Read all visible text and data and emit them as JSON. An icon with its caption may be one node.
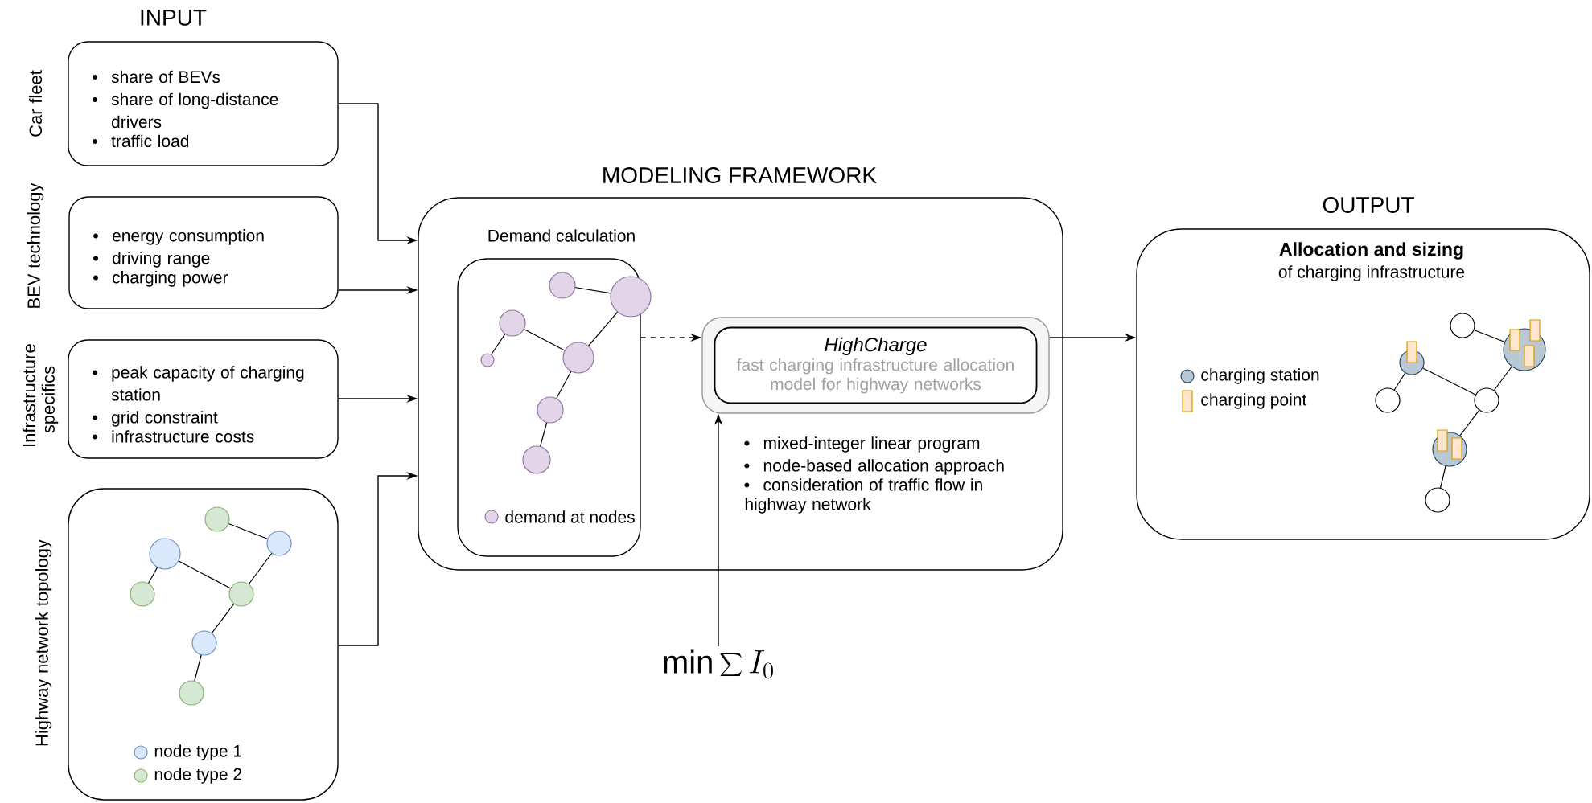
{
  "diagram": {
    "nodes": [
      {
        "text": [
          "Car fleet",
          "share of BEVs",
          "share of long-distance drivers",
          "traffic load"
        ]
      },
      {
        "text": [
          "BEV technology",
          "energy consumption",
          "driving range",
          "charging power"
        ]
      },
      {
        "text": [
          "Infrastructure specifics",
          "peak capacity of charging station",
          "grid constraint",
          "infrastructure costs"
        ]
      },
      {
        "text": [
          "Highway network topology"
        ]
      },
      {
        "text": [
          "MODELING FRAMEWORK",
          "mixed-integer linear program",
          "node-based allocation approach",
          "consideration of traffic flow in highway network"
        ]
      },
      {
        "text": [
          "Demand calculation"
        ],
        "in": 4
      },
      {
        "text": [
          "HighCharge",
          "fast charging infrastructure allocation model for highway networks"
        ],
        "in": 4
      },
      {
        "text": [
          "\\min\\sum I_{0}"
        ]
      },
      {
        "text": [
          "OUTPUT",
          "Allocation and sizing",
          "of charging infrastructure"
        ]
      }
    ],
    "edges": [
      {
        "from": 0,
        "to": 4,
        "arrow": "to"
      },
      {
        "from": 1,
        "to": 4,
        "arrow": "to"
      },
      {
        "from": 2,
        "to": 4,
        "arrow": "to"
      },
      {
        "from": 3,
        "to": 4,
        "arrow": "to"
      },
      {
        "from": 5,
        "to": 6,
        "arrow": "to",
        "style": "dashed"
      },
      {
        "from": 6,
        "to": 8,
        "arrow": "to"
      },
      {
        "from": 7,
        "to": 6,
        "arrow": "to"
      }
    ],
    "labels": [
      "INPUT"
    ],
    "legend": [
      {
        "text": "node type 1",
        "color": "#dae8fc"
      },
      {
        "text": "node type 2",
        "color": "#d5e8d4"
      },
      {
        "text": "demand at nodes",
        "color": "#e1d5e7"
      },
      {
        "text": "charging station",
        "color": "#bac8d3"
      },
      {
        "text": "charging point",
        "color": "#ffe6cc"
      }
    ]
  }
}
